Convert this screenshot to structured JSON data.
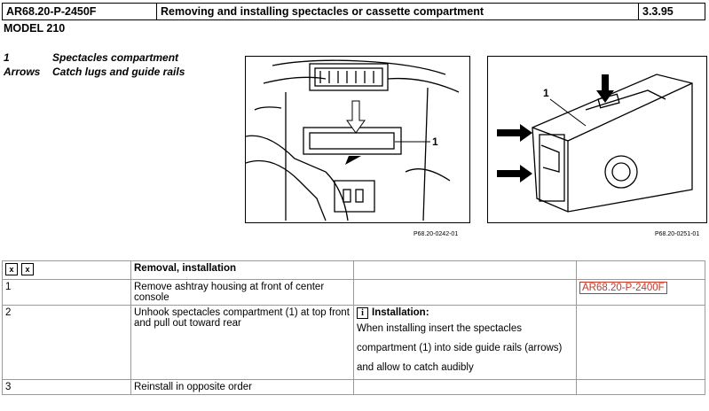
{
  "header": {
    "doc_id": "AR68.20-P-2450F",
    "title": "Removing and installing spectacles or cassette compartment",
    "date": "3.3.95"
  },
  "model": "MODEL  210",
  "legend": [
    {
      "key": "1",
      "text": "Spectacles compartment"
    },
    {
      "key": "Arrows",
      "text": "Catch lugs and guide rails"
    }
  ],
  "figures": [
    {
      "caption": "P68.20-0242-01",
      "callout": "1"
    },
    {
      "caption": "P68.20-0251-01",
      "callout": "1"
    }
  ],
  "steps_header": {
    "col2": "Removal, installation"
  },
  "steps": [
    {
      "num": "1",
      "text": "Remove ashtray housing at front of center console",
      "ref": "AR68.20-P-2400F"
    },
    {
      "num": "2",
      "text": "Unhook spectacles compartment (1) at top front and pull out toward rear",
      "note_title": "Installation:",
      "note_body": "When installing insert the spectacles compartment (1) into side guide rails (arrows) and allow to catch audibly"
    },
    {
      "num": "3",
      "text": "Reinstall in opposite order"
    }
  ],
  "icons": {
    "info": "i",
    "tool": "x"
  }
}
